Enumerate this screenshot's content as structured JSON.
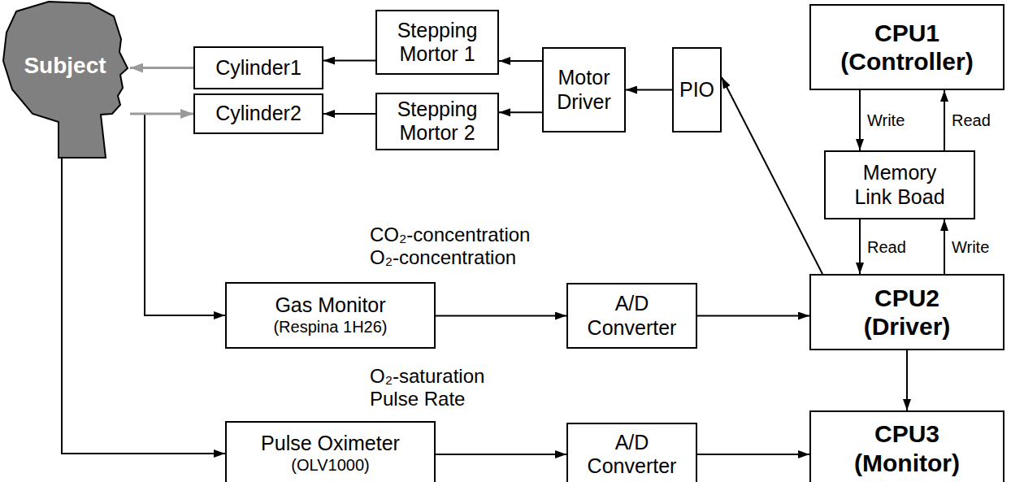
{
  "diagram": {
    "nodes": [
      {
        "text": [
          "Subject"
        ]
      },
      {
        "text": [
          "Cylinder1"
        ]
      },
      {
        "text": [
          "Stepping Mortor 1"
        ]
      },
      {
        "text": [
          "Motor Driver"
        ]
      },
      {
        "text": [
          "PIO"
        ]
      },
      {
        "text": [
          "CPU1",
          "(Controller)"
        ]
      },
      {
        "text": [
          "Cylinder2"
        ]
      },
      {
        "text": [
          "Stepping Mortor 2"
        ]
      },
      {
        "text": [
          "Memory Link Boad"
        ]
      },
      {
        "text": [
          "Gas Monitor",
          "(Respina 1H26)"
        ]
      },
      {
        "text": [
          "A/D Converter"
        ]
      },
      {
        "text": [
          "CPU2",
          "(Driver)"
        ]
      },
      {
        "text": [
          "Pulse Oximeter",
          "(OLV1000)"
        ]
      },
      {
        "text": [
          "A/D Converter"
        ]
      },
      {
        "text": [
          "CPU3",
          "(Monitor)"
        ]
      }
    ],
    "edges": [
      {
        "from": 1,
        "to": 0,
        "arrow": "to"
      },
      {
        "from": 0,
        "to": 6,
        "arrow": "to"
      },
      {
        "from": 2,
        "to": 1,
        "arrow": "to"
      },
      {
        "from": 7,
        "to": 6,
        "arrow": "to"
      },
      {
        "from": 3,
        "to": 2,
        "arrow": "to"
      },
      {
        "from": 3,
        "to": 7,
        "arrow": "to"
      },
      {
        "from": 4,
        "to": 3,
        "arrow": "to"
      },
      {
        "from": 11,
        "to": 4,
        "arrow": "to"
      },
      {
        "from": 5,
        "to": 8,
        "label": "Write",
        "arrow": "to"
      },
      {
        "from": 8,
        "to": 5,
        "label": "Read",
        "arrow": "to"
      },
      {
        "from": 8,
        "to": 11,
        "label": "Read",
        "arrow": "to"
      },
      {
        "from": 11,
        "to": 8,
        "label": "Write",
        "arrow": "to"
      },
      {
        "from": 0,
        "to": 9,
        "arrow": "to"
      },
      {
        "from": 9,
        "to": 10,
        "arrow": "to"
      },
      {
        "from": 10,
        "to": 11,
        "arrow": "to"
      },
      {
        "from": 11,
        "to": 14,
        "arrow": "to"
      },
      {
        "from": 0,
        "to": 12,
        "arrow": "to"
      },
      {
        "from": 12,
        "to": 13,
        "arrow": "to"
      },
      {
        "from": 13,
        "to": 14,
        "arrow": "to"
      }
    ],
    "labels": [
      "CO₂-concentration",
      "O₂-concentration",
      "O₂-saturation",
      "Pulse Rate"
    ]
  }
}
